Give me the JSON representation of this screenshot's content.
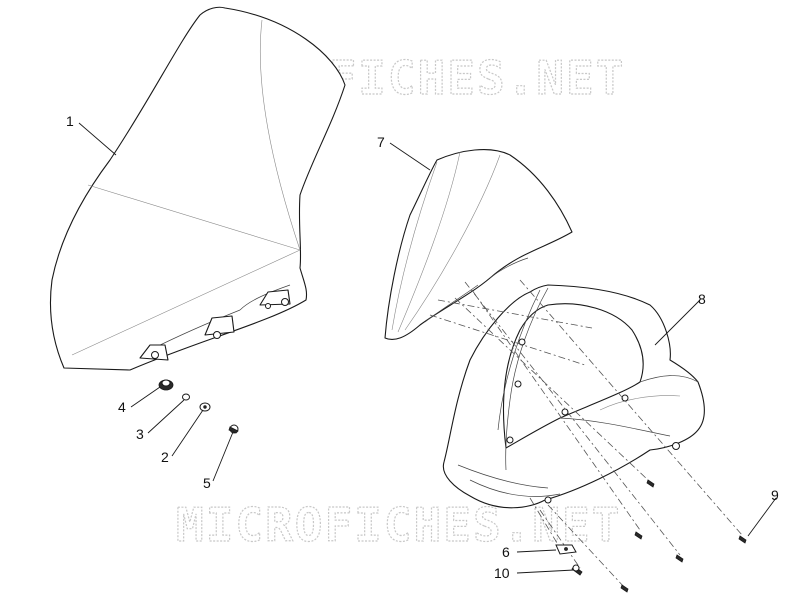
{
  "watermark": {
    "text": "MICROFICHES.NET"
  },
  "colors": {
    "line": "#1a1a1a",
    "watermark": "#c8c8c8",
    "background": "#ffffff"
  },
  "callouts": [
    {
      "id": "1",
      "label": "1"
    },
    {
      "id": "2",
      "label": "2"
    },
    {
      "id": "3",
      "label": "3"
    },
    {
      "id": "4",
      "label": "4"
    },
    {
      "id": "5",
      "label": "5"
    },
    {
      "id": "6",
      "label": "6"
    },
    {
      "id": "7",
      "label": "7"
    },
    {
      "id": "8",
      "label": "8"
    },
    {
      "id": "9",
      "label": "9"
    },
    {
      "id": "10",
      "label": "10"
    }
  ]
}
